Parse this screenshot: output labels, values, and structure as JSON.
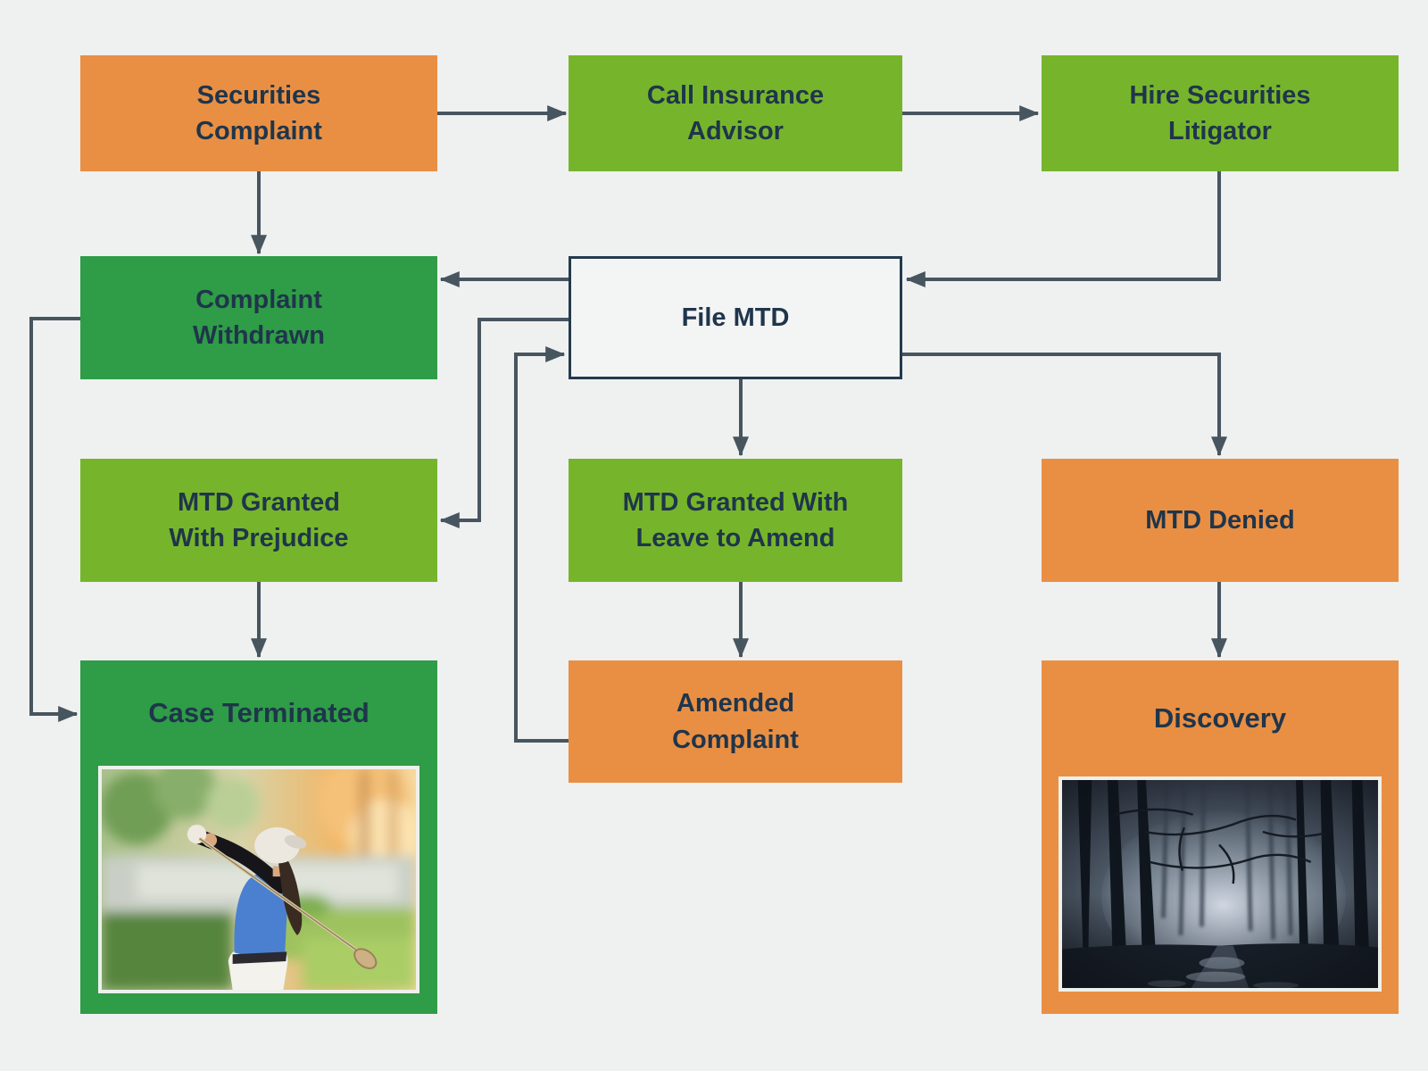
{
  "diagram": {
    "nodes": {
      "securities_complaint": {
        "label": "Securities\nComplaint",
        "color": "#e98f43"
      },
      "call_insurance_advisor": {
        "label": "Call Insurance\nAdvisor",
        "color": "#76b52b"
      },
      "hire_securities_litigator": {
        "label": "Hire Securities\nLitigator",
        "color": "#76b52b"
      },
      "complaint_withdrawn": {
        "label": "Complaint\nWithdrawn",
        "color": "#2f9c47"
      },
      "file_mtd": {
        "label": "File MTD",
        "color": "#f3f4f4"
      },
      "mtd_granted_with_prejudice": {
        "label": "MTD Granted\nWith Prejudice",
        "color": "#76b52b"
      },
      "mtd_granted_leave_to_amend": {
        "label": "MTD Granted With\nLeave to Amend",
        "color": "#76b52b"
      },
      "mtd_denied": {
        "label": "MTD Denied",
        "color": "#e98f43"
      },
      "case_terminated": {
        "label": "Case Terminated",
        "color": "#2f9c47"
      },
      "amended_complaint": {
        "label": "Amended\nComplaint",
        "color": "#e98f43"
      },
      "discovery": {
        "label": "Discovery",
        "color": "#e98f43"
      }
    },
    "edges": [
      {
        "from": "securities_complaint",
        "to": "call_insurance_advisor"
      },
      {
        "from": "call_insurance_advisor",
        "to": "hire_securities_litigator"
      },
      {
        "from": "securities_complaint",
        "to": "complaint_withdrawn"
      },
      {
        "from": "hire_securities_litigator",
        "to": "file_mtd"
      },
      {
        "from": "file_mtd",
        "to": "complaint_withdrawn"
      },
      {
        "from": "file_mtd",
        "to": "mtd_granted_with_prejudice"
      },
      {
        "from": "file_mtd",
        "to": "mtd_granted_leave_to_amend"
      },
      {
        "from": "file_mtd",
        "to": "mtd_denied"
      },
      {
        "from": "amended_complaint",
        "to": "file_mtd"
      },
      {
        "from": "mtd_granted_with_prejudice",
        "to": "case_terminated"
      },
      {
        "from": "mtd_granted_leave_to_amend",
        "to": "amended_complaint"
      },
      {
        "from": "mtd_denied",
        "to": "discovery"
      },
      {
        "from": "complaint_withdrawn",
        "to": "case_terminated"
      }
    ],
    "photos": {
      "case_terminated": "woman-golf-swing-photo",
      "discovery": "foggy-dark-forest-path-photo"
    },
    "colors": {
      "background": "#eff0f0",
      "orange": "#e98f43",
      "light_green": "#76b52b",
      "dark_green": "#2f9c47",
      "text_navy": "#1f354b",
      "arrow": "#47555f",
      "mtd_border": "#243a4e"
    }
  }
}
